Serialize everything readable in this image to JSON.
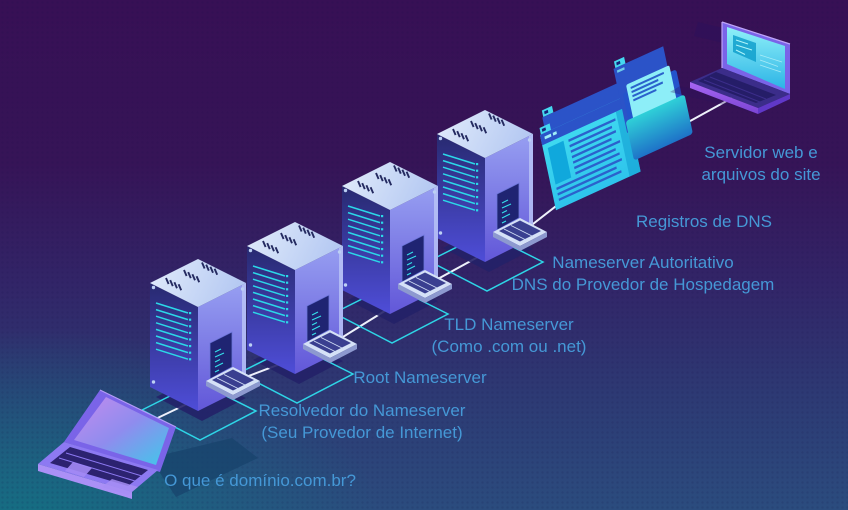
{
  "diagram": {
    "language": "pt-BR",
    "topic": "DNS lookup flow",
    "flow_order": [
      "client",
      "resolver",
      "root",
      "tld",
      "authoritative",
      "dns-records",
      "web-server"
    ]
  },
  "colors": {
    "background_top": "#371055",
    "background_bottom": "#2b4c7e",
    "background_teal_glow": "#107684",
    "label_text": "#4598d6",
    "connection_line": "#eef1fb",
    "server_accent_cyan": "#2bd8e8",
    "server_face_purple": "#4f4eda",
    "window_cyan": "#38d6ec",
    "laptop_purple": "#7a64e8"
  },
  "nodes": [
    {
      "id": "client",
      "icon": "client-laptop-icon",
      "label_lines": [
        "O que é domínio.com.br?"
      ]
    },
    {
      "id": "resolver",
      "icon": "server-tower-icon",
      "label_lines": [
        "Resolvedor do Nameserver",
        "(Seu Provedor de Internet)"
      ]
    },
    {
      "id": "root",
      "icon": "server-tower-icon",
      "label_lines": [
        "Root Nameserver"
      ]
    },
    {
      "id": "tld",
      "icon": "server-tower-icon",
      "label_lines": [
        "TLD Nameserver",
        "(Como .com ou .net)"
      ]
    },
    {
      "id": "authoritative",
      "icon": "server-tower-icon",
      "label_lines": [
        "Nameserver Autoritativo",
        "DNS do Provedor de Hospedagem"
      ]
    },
    {
      "id": "dns-records",
      "icon": "browser-window-icon",
      "label_lines": [
        "Registros de DNS"
      ]
    },
    {
      "id": "web-server",
      "icon": "folder-and-laptop-icon",
      "label_lines": [
        "Servidor web e",
        "arquivos do site"
      ]
    }
  ]
}
